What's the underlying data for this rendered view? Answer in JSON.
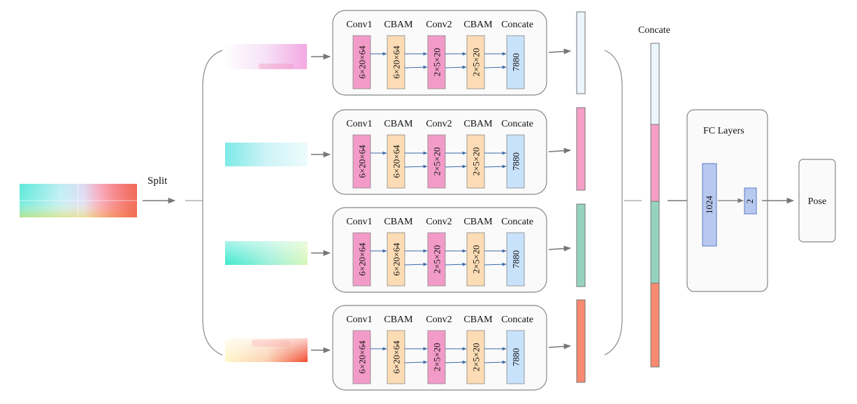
{
  "split_label": "Split",
  "concat_label": "Concate",
  "branches": [
    {
      "headers": [
        "Conv1",
        "CBAM",
        "Conv2",
        "CBAM",
        "Concate"
      ],
      "blocks": [
        {
          "label": "6×20×64",
          "color": "#f39bc8"
        },
        {
          "label": "6×20×64",
          "color": "#fcdcb4"
        },
        {
          "label": "2×5×20",
          "color": "#f39bc8"
        },
        {
          "label": "2×5×20",
          "color": "#fcdcb4"
        },
        {
          "label": "7880",
          "color": "#c9e2fb"
        }
      ],
      "feature_color": "#eaf6fb"
    },
    {
      "headers": [
        "Conv1",
        "CBAM",
        "Conv2",
        "CBAM",
        "Concate"
      ],
      "blocks": [
        {
          "label": "6×20×64",
          "color": "#f39bc8"
        },
        {
          "label": "6×20×64",
          "color": "#fcdcb4"
        },
        {
          "label": "2×5×20",
          "color": "#f39bc8"
        },
        {
          "label": "2×5×20",
          "color": "#fcdcb4"
        },
        {
          "label": "7880",
          "color": "#c9e2fb"
        }
      ],
      "feature_color": "#f59fc8"
    },
    {
      "headers": [
        "Conv1",
        "CBAM",
        "Conv2",
        "CBAM",
        "Concate"
      ],
      "blocks": [
        {
          "label": "6×20×64",
          "color": "#f39bc8"
        },
        {
          "label": "6×20×64",
          "color": "#fcdcb4"
        },
        {
          "label": "2×5×20",
          "color": "#f39bc8"
        },
        {
          "label": "2×5×20",
          "color": "#fcdcb4"
        },
        {
          "label": "7880",
          "color": "#c9e2fb"
        }
      ],
      "feature_color": "#95d3bf"
    },
    {
      "headers": [
        "Conv1",
        "CBAM",
        "Conv2",
        "CBAM",
        "Concate"
      ],
      "blocks": [
        {
          "label": "6×20×64",
          "color": "#f39bc8"
        },
        {
          "label": "6×20×64",
          "color": "#fcdcb4"
        },
        {
          "label": "2×5×20",
          "color": "#f39bc8"
        },
        {
          "label": "2×5×20",
          "color": "#fcdcb4"
        },
        {
          "label": "7880",
          "color": "#c9e2fb"
        }
      ],
      "feature_color": "#f78a70"
    }
  ],
  "concat_segment_colors": [
    "#eaf6fb",
    "#f59fc8",
    "#95d3bf",
    "#f78a70"
  ],
  "fc": {
    "title": "FC Layers",
    "layers": [
      {
        "label": "1024",
        "color": "#b8c9f0"
      },
      {
        "label": "2",
        "color": "#b8c9f0"
      }
    ]
  },
  "output_label": "Pose",
  "colors": {
    "line": "#777777",
    "box_border": "#777777",
    "box_fill": "#fafafa",
    "arrow_blue": "#3d6aa8"
  }
}
